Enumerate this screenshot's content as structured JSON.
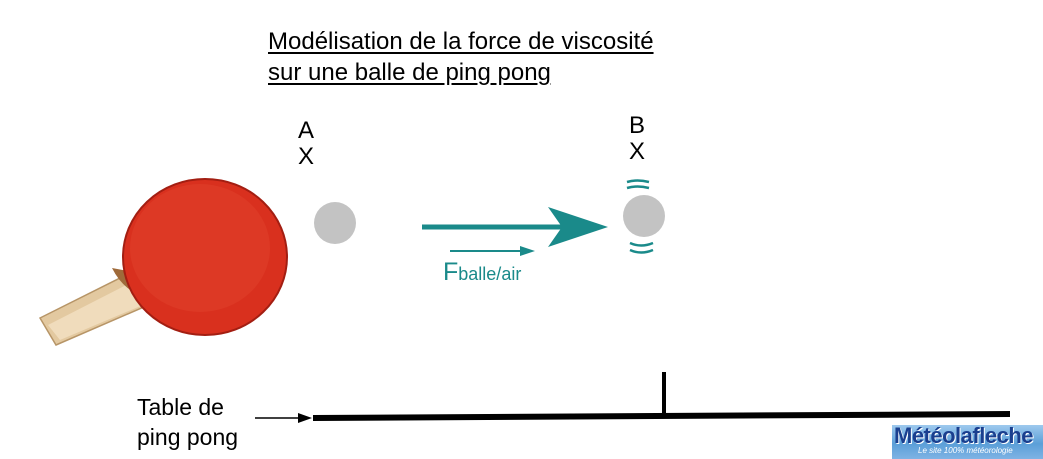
{
  "title": {
    "line1": "Modélisation de la force de viscosité",
    "line2": "sur une balle de ping pong"
  },
  "points": {
    "a": {
      "name": "A",
      "mark": "X"
    },
    "b": {
      "name": "B",
      "mark": "X"
    }
  },
  "force": {
    "symbol": "F",
    "subscript": "balle/air",
    "color": "#1a8a8a"
  },
  "table": {
    "label_line1": "Table de",
    "label_line2": "ping pong"
  },
  "colors": {
    "ball": "#c3c3c3",
    "paddle": "#d9301e",
    "handle": "#e8cfa6"
  },
  "logo": {
    "brand": "Météolafleche",
    "tagline": "Le site 100% météorologie"
  }
}
